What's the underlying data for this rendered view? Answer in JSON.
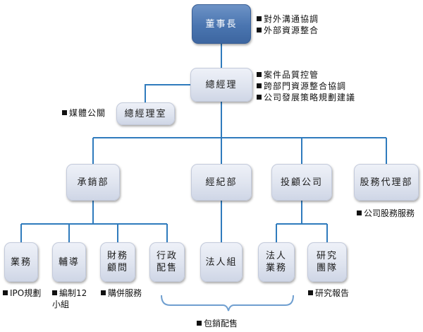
{
  "nodes": {
    "chairman": "董事長",
    "gm": "總經理",
    "gm_office": "總經理室",
    "underwriting": "承銷部",
    "brokerage": "經紀部",
    "advisory": "投顧公司",
    "agency": "股務代理部",
    "business": "業務",
    "counseling": "輔導",
    "fin_advisor": "財務\n顧問",
    "admin_alloc": "行政\n配售",
    "corp_group": "法人組",
    "corp_business": "法人\n業務",
    "research_team": "研究\n團隊"
  },
  "notes": {
    "chairman": [
      "對外溝通協調",
      "外部資源整合"
    ],
    "gm": [
      "案件品質控管",
      "跨部門資源整合協調",
      "公司發展策略規劃建議"
    ],
    "gm_office": [
      "媒體公關"
    ],
    "agency": [
      "公司股務服務"
    ],
    "business": [
      "IPO規劃"
    ],
    "counseling": [
      "編制12\n小組"
    ],
    "fin_advisor": [
      "購併服務"
    ],
    "research_team": [
      "研究報告"
    ],
    "brace": [
      "包銷配售"
    ]
  },
  "colors": {
    "connector": "#2f7bbd",
    "brace": "#6f9fd0",
    "top_box": "#4a75b0",
    "box": "#dfe4ef"
  }
}
